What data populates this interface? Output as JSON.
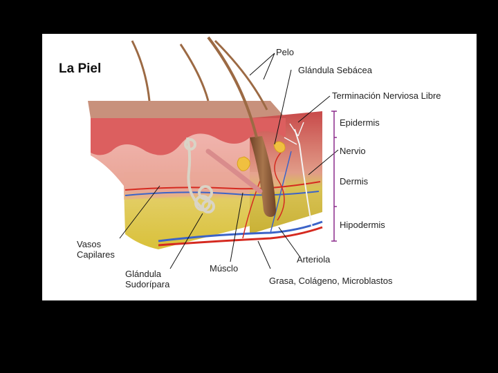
{
  "title": "La Piel",
  "labels": {
    "pelo": "Pelo",
    "glandula_sebacea": "Glándula Sebácea",
    "terminacion": "Terminación Nerviosa Libre",
    "epidermis": "Epidermis",
    "nervio": "Nervio",
    "dermis": "Dermis",
    "hipodermis": "Hipodermis",
    "vasos_1": "Vasos",
    "vasos_2": "Capilares",
    "glandula_sud_1": "Glándula",
    "glandula_sud_2": "Sudorípara",
    "musculo": "Músclo",
    "arteriola": "Arteriola",
    "grasa": "Grasa, Colágeno, Microblastos"
  },
  "colors": {
    "background": "#000000",
    "panel": "#ffffff",
    "epidermis": "#e06c6c",
    "dermis": "#e8a593",
    "hypodermis": "#ddcc48",
    "artery": "#d52a20",
    "vein": "#3b63c8",
    "hair": "#8a5a38",
    "bracket": "#8b2a8b"
  }
}
